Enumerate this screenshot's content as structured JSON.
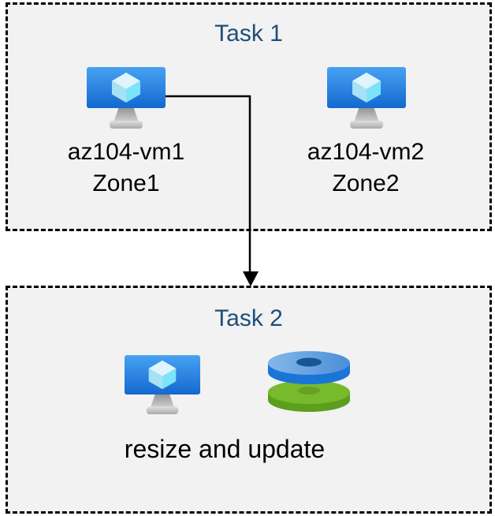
{
  "task1": {
    "title": "Task 1",
    "vms": [
      {
        "name": "az104-vm1",
        "zone": "Zone1",
        "icon": "virtual-machine-icon"
      },
      {
        "name": "az104-vm2",
        "zone": "Zone2",
        "icon": "virtual-machine-icon"
      }
    ]
  },
  "task2": {
    "title": "Task 2",
    "caption": "resize and update",
    "icons": [
      "virtual-machine-icon",
      "managed-disks-icon"
    ]
  },
  "arrow": {
    "from": "az104-vm1",
    "to": "Task 2"
  },
  "colors": {
    "box_fill": "#f2f2f2",
    "box_border": "#000000",
    "title_text": "#1f4e79",
    "label_text": "#000000",
    "arrow": "#000000",
    "vm_screen_top": "#47a2f2",
    "vm_screen_bottom": "#1468d0",
    "vm_cube_top": "#dff5fd",
    "vm_cube_left": "#a6e2f4",
    "vm_cube_right": "#7be4fa",
    "disk_blue_top": "#5c9bdf",
    "disk_blue_side": "#1a75d7",
    "disk_blue_hole": "#155694",
    "disk_green_top": "#77ba2c",
    "disk_green_side": "#5b9f1c",
    "disk_green_hole": "#66a124"
  }
}
